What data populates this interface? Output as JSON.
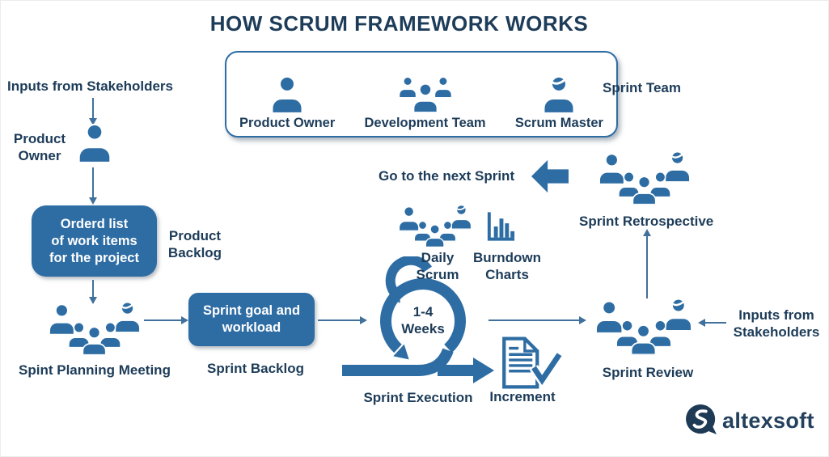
{
  "title": "HOW SCRUM FRAMEWORK WORKS",
  "colors": {
    "accent_blue": "#2e6da4",
    "text_navy": "#1d3c59"
  },
  "icons": {
    "person": "person-icon",
    "development_team": "people-group-icon",
    "scrum_master": "person-swoosh-icon",
    "meeting_group": "people-meeting-icon",
    "burndown": "bar-chart-icon",
    "increment": "document-check-icon",
    "sprint_loop": "loop-arrow-icon",
    "next_sprint": "block-arrow-left-icon",
    "logo": "altexsoft-logo-icon"
  },
  "team_box": {
    "label": "Sprint Team",
    "members": [
      {
        "name": "Product Owner"
      },
      {
        "name": "Development Team"
      },
      {
        "name": "Scrum Master"
      }
    ]
  },
  "left_flow": {
    "inputs_label": "Inputs from Stakeholders",
    "product_owner_lines": [
      "Product",
      "Owner"
    ],
    "backlog_box_lines": [
      "Orderd list",
      "of work items",
      "for the project"
    ],
    "product_backlog_lines": [
      "Product",
      "Backlog"
    ],
    "planning_label": "Spint Planning Meeting"
  },
  "middle_flow": {
    "sprint_goal_lines": [
      "Sprint goal and",
      "workload"
    ],
    "sprint_backlog_label": "Sprint Backlog",
    "weeks_lines": [
      "1-4",
      "Weeks"
    ],
    "execution_label": "Sprint Execution",
    "daily_scrum_lines": [
      "Daily",
      "Scrum"
    ],
    "burndown_lines": [
      "Burndown",
      "Charts"
    ],
    "next_sprint_label": "Go to the next Sprint",
    "increment_label": "Increment"
  },
  "right_flow": {
    "retrospective_label": "Sprint Retrospective",
    "review_label": "Sprint Review",
    "inputs_lines": [
      "Inputs from",
      "Stakeholders"
    ]
  },
  "footer": {
    "brand": "altexsoft"
  }
}
